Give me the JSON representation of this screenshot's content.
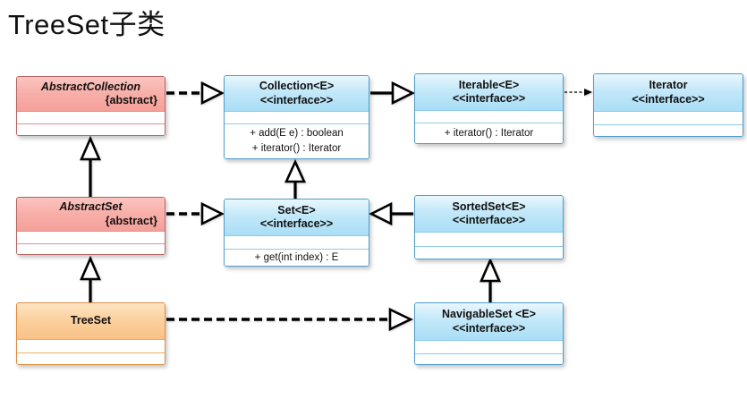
{
  "title": "TreeSet子类",
  "colors": {
    "abstract_class_fill": "#f8aea8",
    "abstract_class_border": "#b26763",
    "interface_fill": "#c3e8f9",
    "interface_border": "#4d9dcc",
    "concrete_class_fill": "#fbd09c",
    "concrete_class_border": "#dd8f43",
    "line_color": "#000000",
    "background": "#ffffff"
  },
  "classes": {
    "abstractCollection": {
      "name": "AbstractCollection",
      "modifier": "{abstract}"
    },
    "collection": {
      "name": "Collection<E>",
      "stereotype": "<<interface>>",
      "method1": "+ add(E e) : boolean",
      "method2": "+ iterator() : Iterator"
    },
    "iterable": {
      "name": "Iterable<E>",
      "stereotype": "<<interface>>",
      "method1": "+ iterator() : Iterator"
    },
    "iterator": {
      "name": "Iterator",
      "stereotype": "<<interface>>"
    },
    "abstractSet": {
      "name": "AbstractSet",
      "modifier": "{abstract}"
    },
    "set": {
      "name": "Set<E>",
      "stereotype": "<<interface>>",
      "method1": "+ get(int index) : E"
    },
    "sortedSet": {
      "name": "SortedSet<E>",
      "stereotype": "<<interface>>"
    },
    "treeSet": {
      "name": "TreeSet"
    },
    "navigableSet": {
      "name": "NavigableSet <E>",
      "stereotype": "<<interface>>"
    }
  },
  "relationships": [
    {
      "from": "AbstractCollection",
      "to": "Collection<E>",
      "type": "realization (dashed, hollow triangle)"
    },
    {
      "from": "Collection<E>",
      "to": "Iterable<E>",
      "type": "generalization (solid, hollow triangle)"
    },
    {
      "from": "Iterable<E>",
      "to": "Iterator",
      "type": "dependency (thin dashed, open arrow)"
    },
    {
      "from": "Set<E>",
      "to": "Collection<E>",
      "type": "generalization (solid, hollow triangle)"
    },
    {
      "from": "AbstractSet",
      "to": "AbstractCollection",
      "type": "generalization (solid, hollow triangle)"
    },
    {
      "from": "AbstractSet",
      "to": "Set<E>",
      "type": "realization (dashed, hollow triangle)"
    },
    {
      "from": "SortedSet<E>",
      "to": "Set<E>",
      "type": "generalization (solid, hollow triangle)"
    },
    {
      "from": "NavigableSet<E>",
      "to": "SortedSet<E>",
      "type": "generalization (solid, hollow triangle)"
    },
    {
      "from": "TreeSet",
      "to": "AbstractSet",
      "type": "generalization (solid, hollow triangle)"
    },
    {
      "from": "TreeSet",
      "to": "NavigableSet<E>",
      "type": "realization (dashed, hollow triangle)"
    }
  ]
}
